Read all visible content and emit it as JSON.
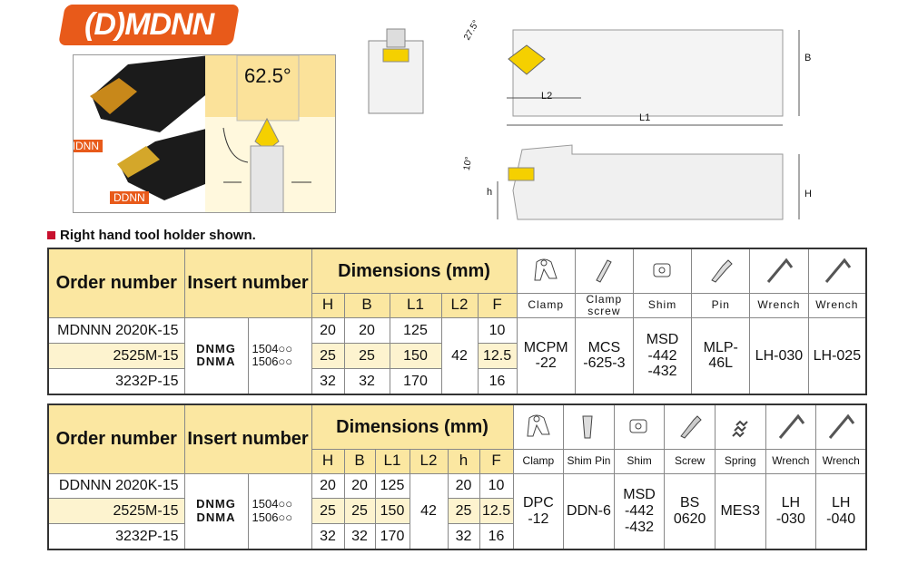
{
  "title": "(D)MDNN",
  "photo_labels": {
    "mdnn": "MDNN",
    "ddnn": "DDNN"
  },
  "angle_label": "62.5°",
  "drawing_labels": {
    "angle_top": "27.5°",
    "angle_side": "10°",
    "B": "B",
    "L1": "L1",
    "L2": "L2",
    "H": "H",
    "h": "h"
  },
  "note": "Right hand tool holder shown.",
  "colors": {
    "orange": "#e85a1a",
    "header_yellow": "#fbe7a1",
    "row_highlight": "#fdf3cf",
    "bullet": "#c8102e"
  },
  "table1": {
    "headers": {
      "order": "Order number",
      "insert": "Insert number",
      "dims": "Dimensions (mm)"
    },
    "dim_cols": [
      "H",
      "B",
      "L1",
      "L2",
      "F"
    ],
    "accessories": [
      {
        "icon": "clamp-icon",
        "label": "Clamp",
        "value": "MCPM\n-22"
      },
      {
        "icon": "clamp-screw-icon",
        "label": "Clamp screw",
        "value": "MCS\n-625-3"
      },
      {
        "icon": "shim-icon",
        "label": "Shim",
        "value": "MSD\n-442\n-432"
      },
      {
        "icon": "pin-icon",
        "label": "Pin",
        "value": "MLP-46L"
      },
      {
        "icon": "wrench-icon",
        "label": "Wrench",
        "value": "LH-030"
      },
      {
        "icon": "wrench-icon",
        "label": "Wrench",
        "value": "LH-025"
      }
    ],
    "insert": {
      "types": "DNMG\nDNMA",
      "sizes": "1504○○\n1506○○"
    },
    "L2": "42",
    "rows": [
      {
        "order": "MDNNN  2020K-15",
        "H": "20",
        "B": "20",
        "L1": "125",
        "F": "10"
      },
      {
        "order": "2525M-15",
        "H": "25",
        "B": "25",
        "L1": "150",
        "F": "12.5"
      },
      {
        "order": "3232P-15",
        "H": "32",
        "B": "32",
        "L1": "170",
        "F": "16"
      }
    ]
  },
  "table2": {
    "headers": {
      "order": "Order number",
      "insert": "Insert number",
      "dims": "Dimensions (mm)"
    },
    "dim_cols": [
      "H",
      "B",
      "L1",
      "L2",
      "h",
      "F"
    ],
    "accessories": [
      {
        "icon": "clamp-icon",
        "label": "Clamp",
        "value": "DPC\n-12"
      },
      {
        "icon": "shim-pin-icon",
        "label": "Shim Pin",
        "value": "DDN-6"
      },
      {
        "icon": "shim-icon",
        "label": "Shim",
        "value": "MSD\n-442\n-432"
      },
      {
        "icon": "screw-icon",
        "label": "Screw",
        "value": "BS\n0620"
      },
      {
        "icon": "spring-icon",
        "label": "Spring",
        "value": "MES3"
      },
      {
        "icon": "wrench-icon",
        "label": "Wrench",
        "value": "LH\n-030"
      },
      {
        "icon": "wrench-icon",
        "label": "Wrench",
        "value": "LH\n-040"
      }
    ],
    "insert": {
      "types": "DNMG\nDNMA",
      "sizes": "1504○○\n1506○○"
    },
    "L2": "42",
    "rows": [
      {
        "order": "DDNNN  2020K-15",
        "H": "20",
        "B": "20",
        "L1": "125",
        "h": "20",
        "F": "10"
      },
      {
        "order": "2525M-15",
        "H": "25",
        "B": "25",
        "L1": "150",
        "h": "25",
        "F": "12.5"
      },
      {
        "order": "3232P-15",
        "H": "32",
        "B": "32",
        "L1": "170",
        "h": "32",
        "F": "16"
      }
    ]
  }
}
